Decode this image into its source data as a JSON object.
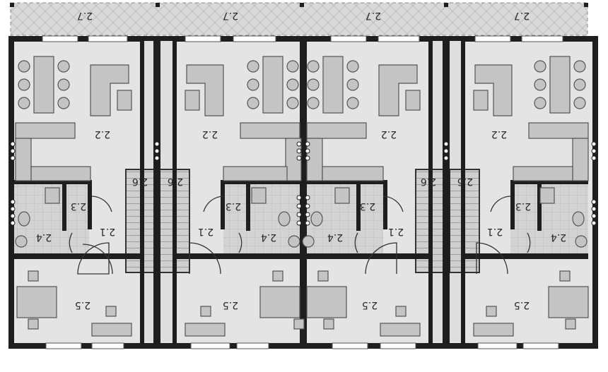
{
  "plan": {
    "units": [
      {
        "id": "unit-1",
        "rooms": {
          "terrace": "2.7",
          "living": "2.2",
          "wc": "2.3",
          "hall": "2.1",
          "bathroom": "2.4",
          "stairs": "2.6",
          "study": "2.5"
        }
      },
      {
        "id": "unit-2",
        "rooms": {
          "terrace": "2.7",
          "living": "2.2",
          "wc": "2.3",
          "hall": "2.1",
          "bathroom": "2.4",
          "stairs": "2.6",
          "study": "2.5"
        }
      },
      {
        "id": "unit-3",
        "rooms": {
          "terrace": "2.7",
          "living": "2.2",
          "wc": "2.3",
          "hall": "2.1",
          "bathroom": "2.4",
          "stairs": "2.6",
          "study": "2.5"
        }
      },
      {
        "id": "unit-4",
        "rooms": {
          "terrace": "2.7",
          "living": "2.2",
          "wc": "2.3",
          "hall": "2.1",
          "bathroom": "2.4",
          "stairs": "2.6",
          "study": "2.5"
        }
      }
    ],
    "colors": {
      "wall": "#1e1e1e",
      "floor": "#e4e4e4",
      "tile": "#d2d2d2",
      "furniture": "#c4c4c4",
      "terrace": "#d9d9d9"
    }
  }
}
